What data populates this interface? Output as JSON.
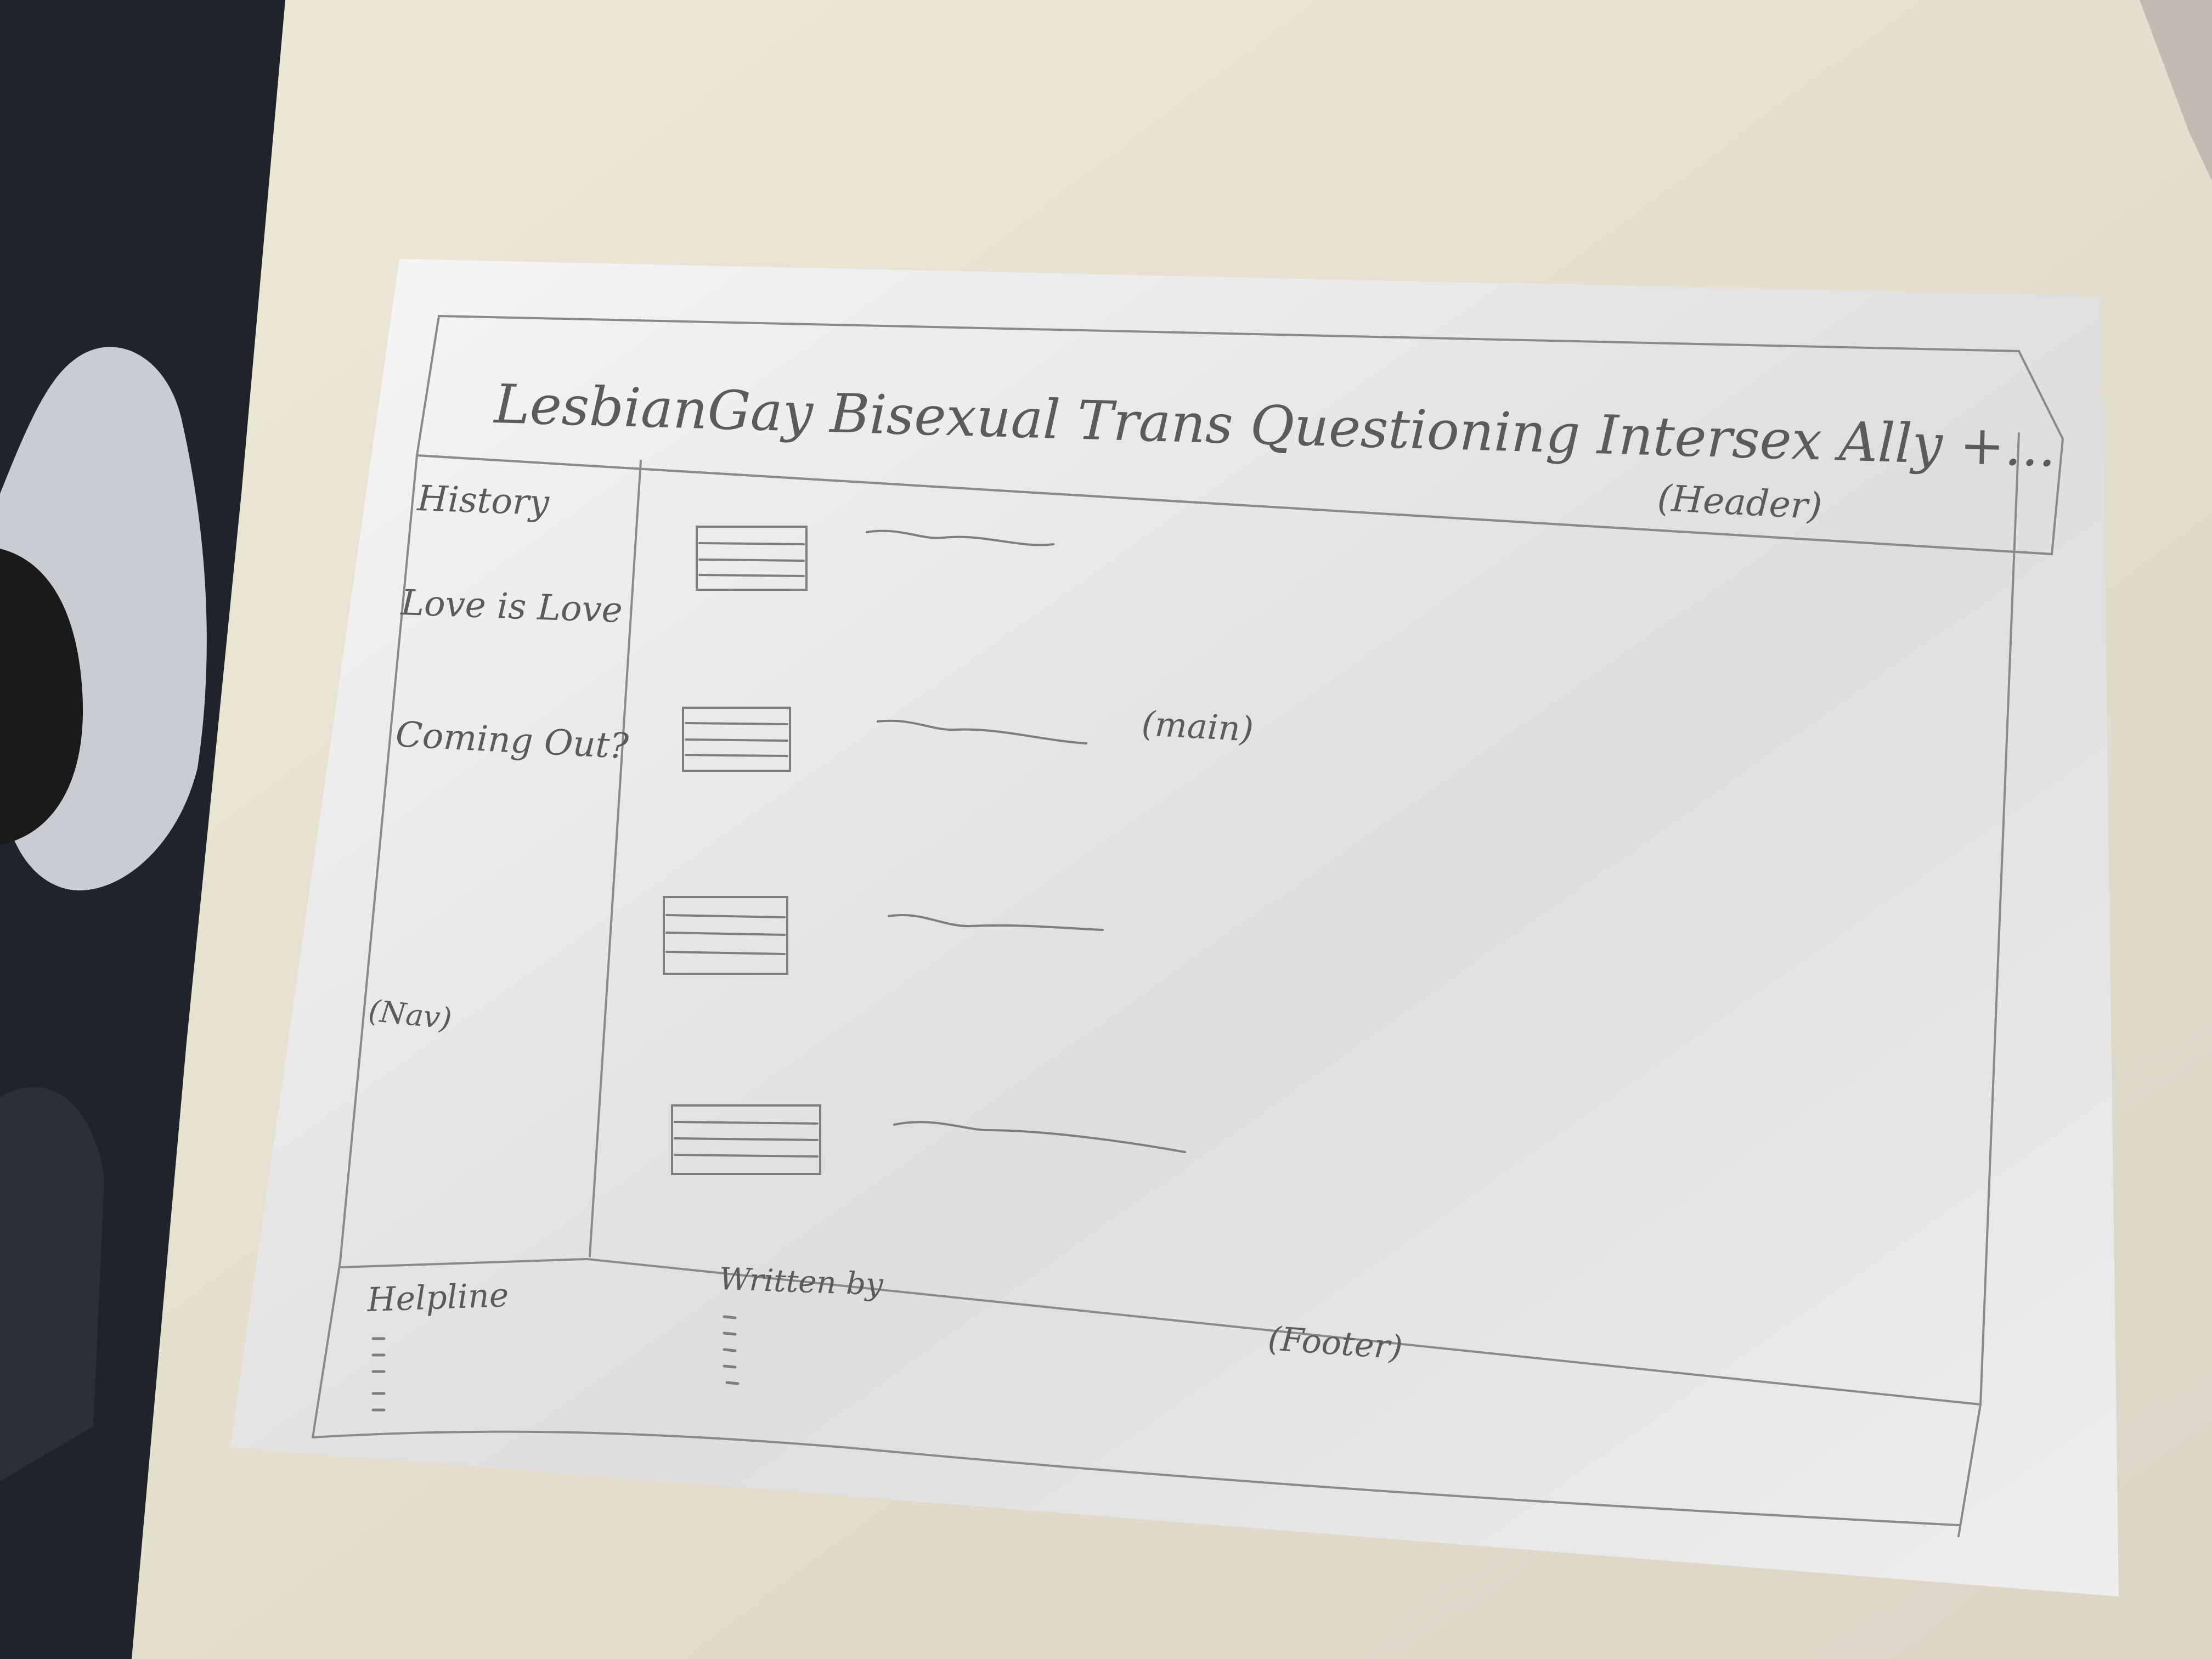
{
  "header": {
    "title": "LesbianGay Bisexual Trans Questioning Intersex Ally +...",
    "label": "(Header)"
  },
  "nav": {
    "items": [
      {
        "label": "History"
      },
      {
        "label": "Love is Love"
      },
      {
        "label": "Coming Out?"
      }
    ],
    "label": "(Nav)"
  },
  "main": {
    "label": "(main)",
    "rows": [
      {
        "type": "image-with-text"
      },
      {
        "type": "image-with-text"
      },
      {
        "type": "image-with-text"
      },
      {
        "type": "image-with-text"
      }
    ]
  },
  "footer": {
    "helpline": "Helpline",
    "written_by": "Written by",
    "label": "(Footer)"
  }
}
